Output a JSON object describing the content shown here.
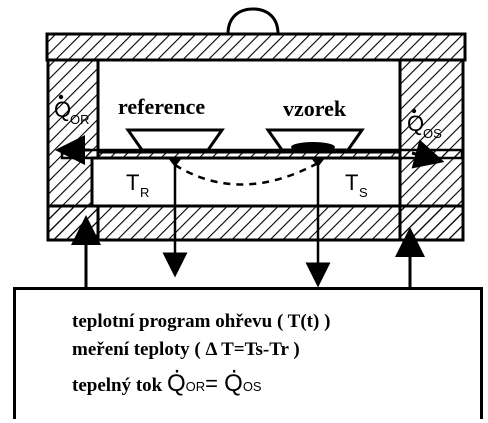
{
  "diagram": {
    "label_reference": "reference",
    "label_sample": "vzorek",
    "label_TR": "T",
    "label_TR_sub": "R",
    "label_TS": "T",
    "label_TS_sub": "S",
    "label_QOR": "Q",
    "label_QOR_sub": "OR",
    "label_QOS": "Q",
    "label_QOS_sub": "OS"
  },
  "legend": {
    "line1": "teplotní program ohřevu ( T(t) )",
    "line2_a": "meření teploty ( ",
    "line2_delta": "Δ",
    "line2_b": " T=Ts-Tr )",
    "line3_a": "tepelný tok ",
    "line3_q1": "Q",
    "line3_q1_sub": "OR",
    "line3_eq": "= ",
    "line3_q2": "Q",
    "line3_q2_sub": "OS"
  }
}
